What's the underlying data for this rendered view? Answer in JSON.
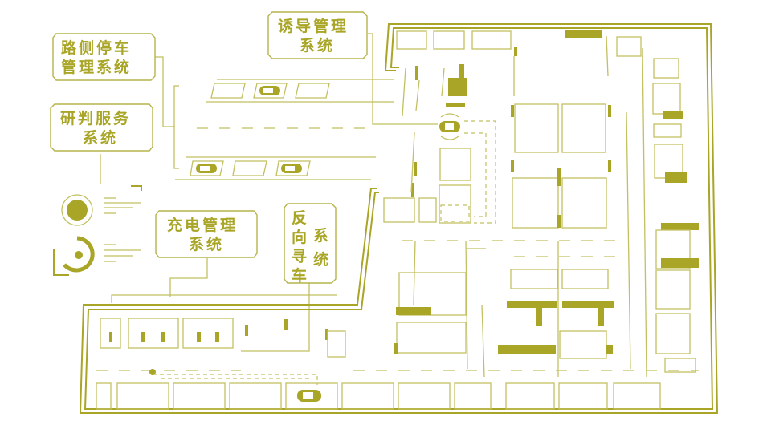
{
  "labels": {
    "roadside_parking": [
      "路侧停车",
      "管理系统"
    ],
    "analysis_service": [
      "研判服务",
      "系统"
    ],
    "guidance": [
      "诱导管理",
      "系统"
    ],
    "charging": [
      "充电管理",
      "系统"
    ],
    "reverse_search": [
      "反",
      "向",
      "寻",
      "车",
      "系",
      "统"
    ]
  },
  "colors": {
    "accent": "#a9a526",
    "line": "#c2c060"
  }
}
